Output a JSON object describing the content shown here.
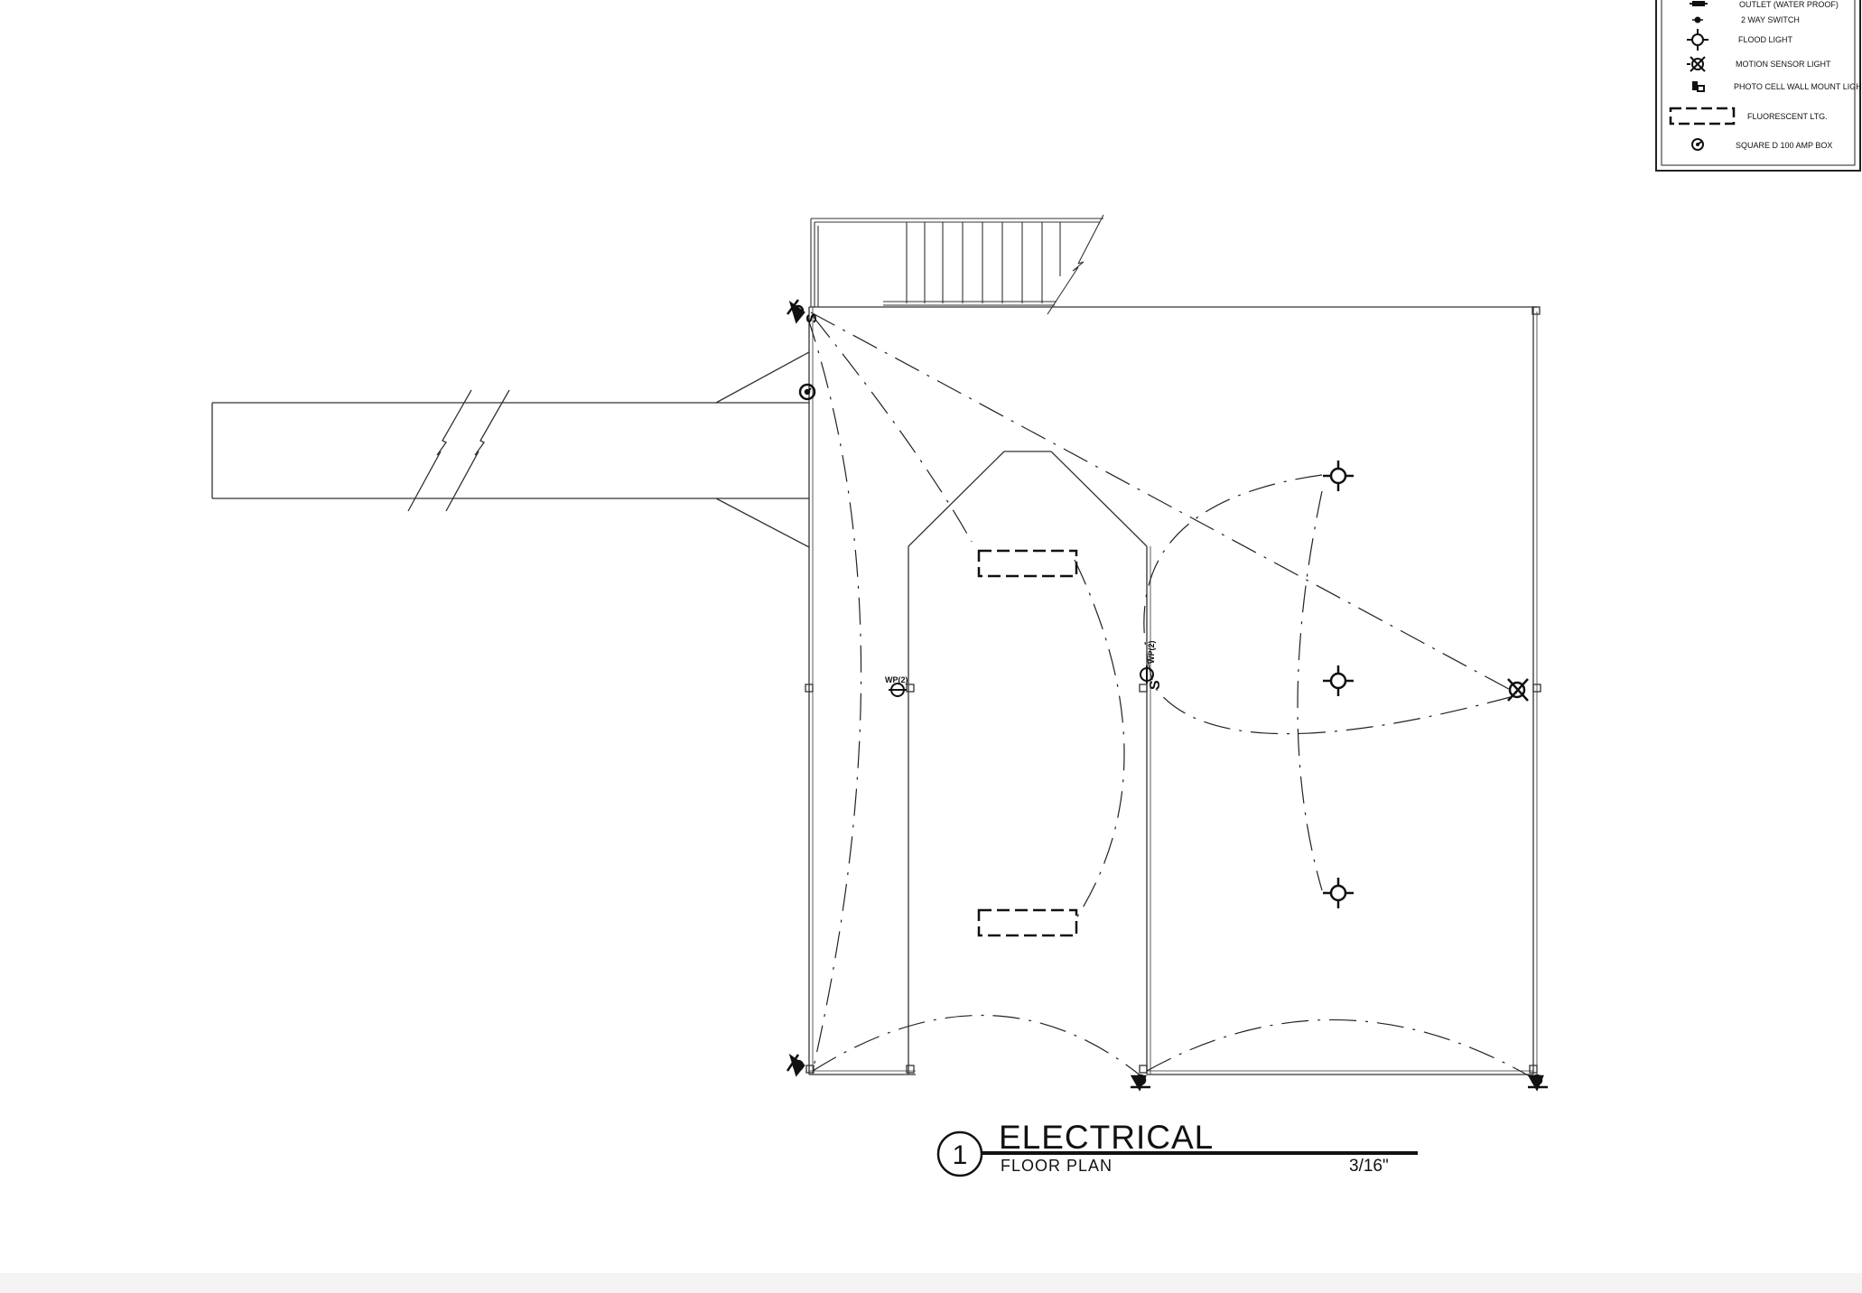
{
  "legend": {
    "items": [
      {
        "icon": "outlet-waterproof-icon",
        "label": "OUTLET (WATER PROOF)"
      },
      {
        "icon": "two-way-switch-icon",
        "label": "2 WAY SWITCH"
      },
      {
        "icon": "flood-light-icon",
        "label": "FLOOD LIGHT"
      },
      {
        "icon": "motion-sensor-light-icon",
        "label": "MOTION SENSOR LIGHT"
      },
      {
        "icon": "photo-cell-light-icon",
        "label": "PHOTO CELL WALL MOUNT LIGHT"
      },
      {
        "icon": "fluorescent-fixture-icon",
        "label": "FLUORESCENT LTG."
      },
      {
        "icon": "panel-box-icon",
        "label": "SQUARE D 100 AMP BOX"
      }
    ]
  },
  "plan": {
    "tags": {
      "wp_left": "WP(2)",
      "wp_right": "WP(2)"
    },
    "switch_mark": "S"
  },
  "title_block": {
    "number": "1",
    "title": "ELECTRICAL",
    "subtitle": "FLOOR PLAN",
    "scale": "3/16\""
  }
}
